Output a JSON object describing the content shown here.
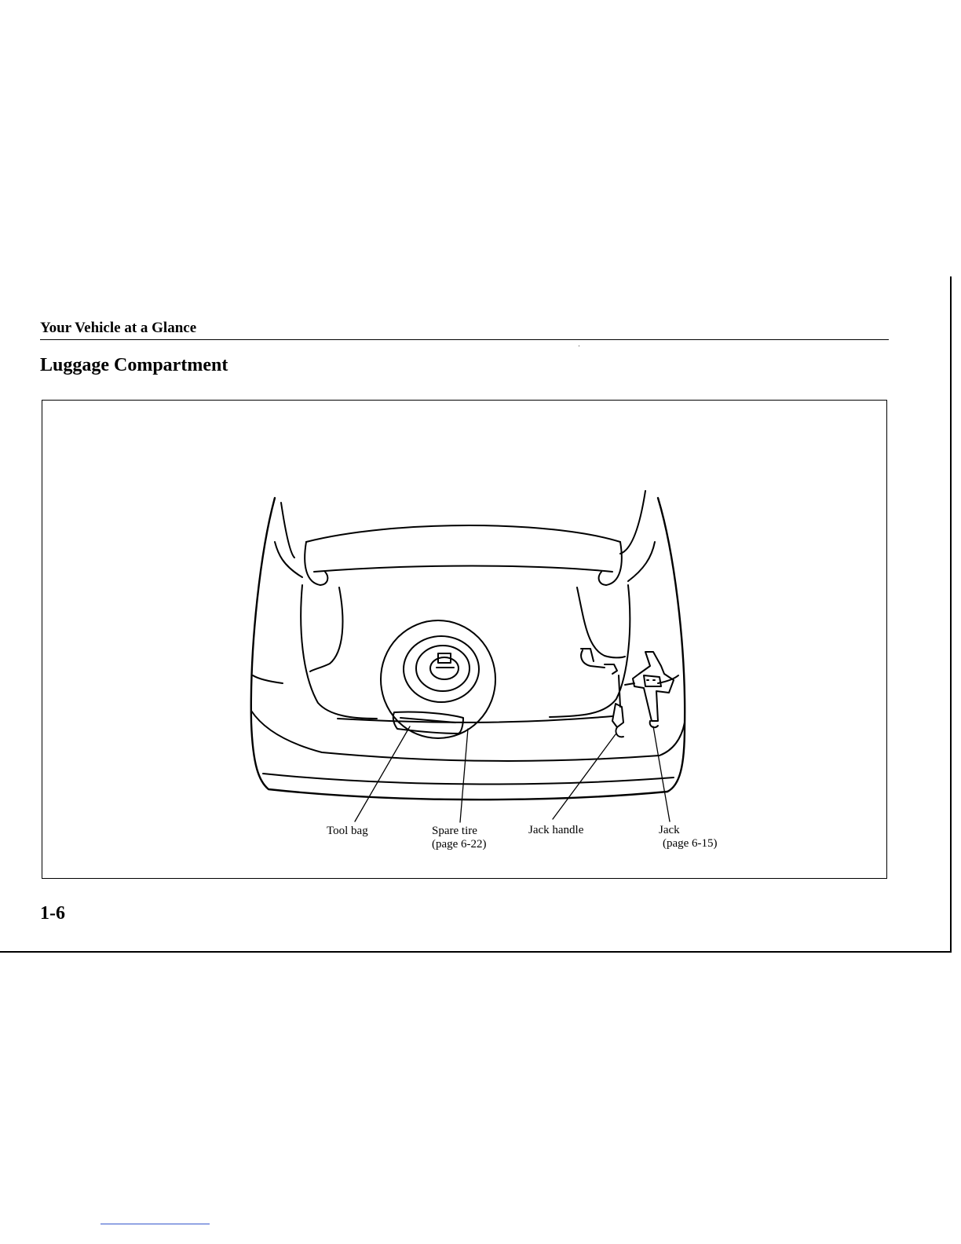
{
  "header": {
    "section": "Your Vehicle at a Glance"
  },
  "title": "Luggage Compartment",
  "figure": {
    "callouts": {
      "tool_bag": {
        "label": "Tool bag"
      },
      "spare_tire": {
        "label": "Spare tire",
        "ref": "(page 6-22)"
      },
      "jack_handle": {
        "label": "Jack handle"
      },
      "jack": {
        "label": "Jack",
        "ref": "(page 6-15)"
      }
    }
  },
  "footer": {
    "page_number": "1-6"
  },
  "colors": {
    "ink": "#000000",
    "paper": "#ffffff",
    "link_line": "#3355cc"
  }
}
